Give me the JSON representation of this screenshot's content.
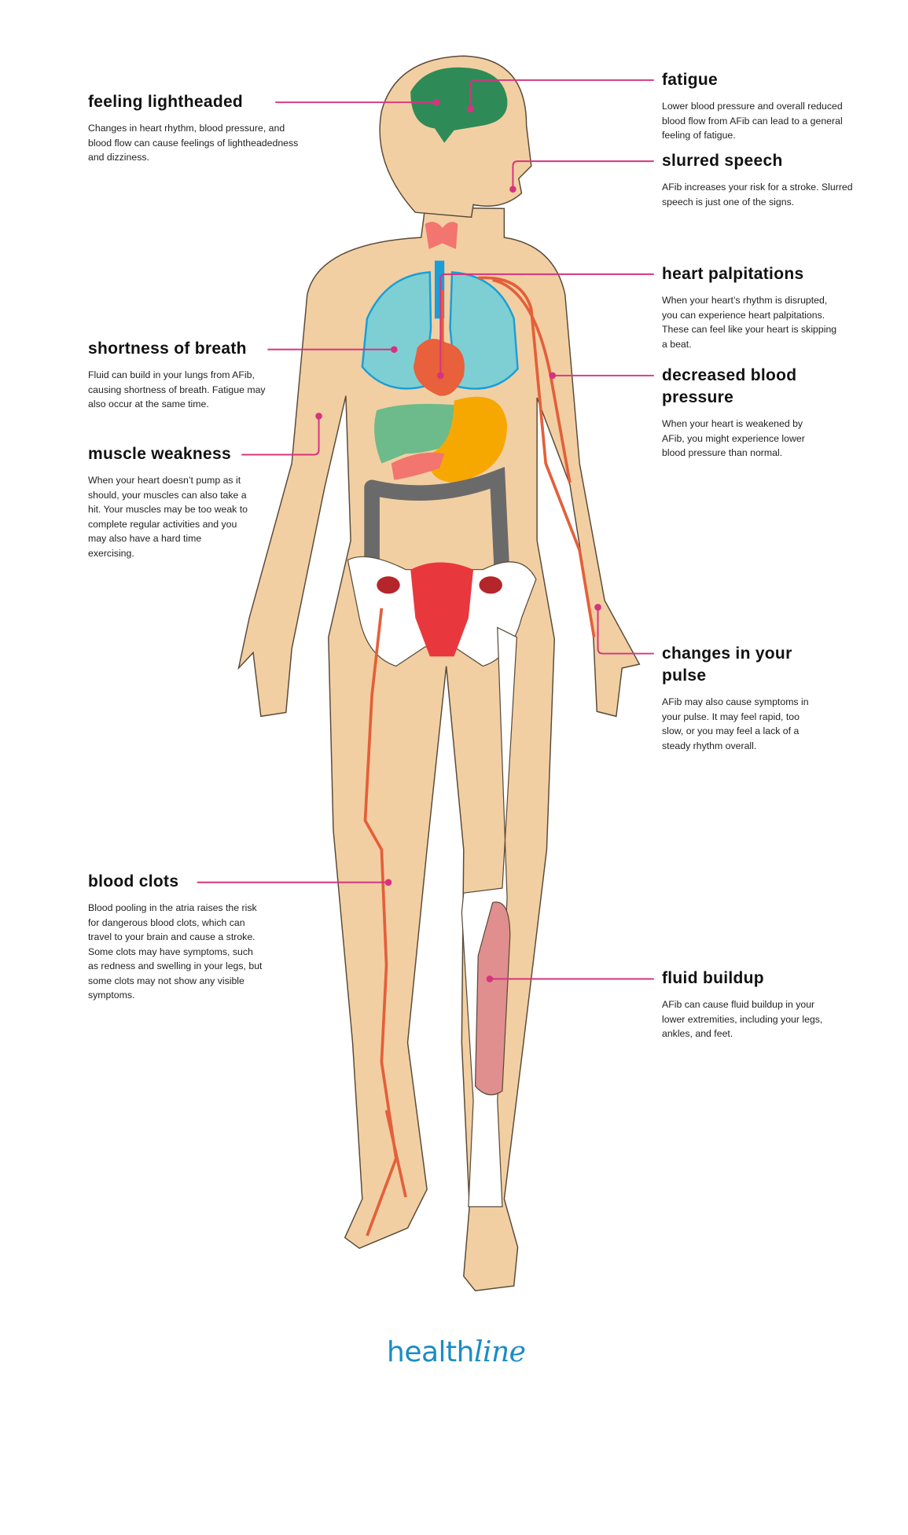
{
  "symptoms": {
    "feeling_lightheaded": {
      "title": "feeling lightheaded",
      "text": "Changes in heart rhythm, blood pressure, and blood flow can cause feelings of lightheadedness and dizziness."
    },
    "fatigue": {
      "title": "fatigue",
      "text": "Lower blood pressure and overall reduced blood flow from AFib can lead to a general feeling of fatigue."
    },
    "slurred_speech": {
      "title": "slurred speech",
      "text": "AFib increases your risk for a stroke. Slurred speech is just one of the signs."
    },
    "heart_palpitations": {
      "title": "heart palpitations",
      "text": "When your heart’s rhythm is disrupted, you can experience heart palpitations. These can feel like your heart is skipping a beat."
    },
    "shortness_of_breath": {
      "title": "shortness of breath",
      "text": "Fluid can build in your lungs from AFib, causing shortness of breath. Fatigue may also occur at the same time."
    },
    "decreased_blood_pressure": {
      "title": "decreased blood pressure",
      "text": "When your heart is weakened by AFib, you might experience lower blood pressure than normal."
    },
    "muscle_weakness": {
      "title": "muscle weakness",
      "text": "When your heart doesn’t pump as it should, your muscles can also take a hit. Your muscles may be too weak to complete regular activities and you may also have a hard time exercising."
    },
    "changes_in_pulse": {
      "title": "changes in your pulse",
      "text": "AFib may also cause symptoms in your pulse. It may feel rapid, too slow, or you may feel a lack of a steady rhythm overall."
    },
    "blood_clots": {
      "title": "blood clots",
      "text": "Blood pooling in the atria raises the risk for dangerous blood clots, which can travel to your brain and cause a stroke. Some clots may have symptoms, such as redness and swelling in your legs, but some clots may not show any visible symptoms."
    },
    "fluid_buildup": {
      "title": "fluid buildup",
      "text": "AFib can cause fluid buildup in your lower extremities, including your legs, ankles, and feet."
    }
  },
  "logo": {
    "part1": "health",
    "part2": "line"
  },
  "colors": {
    "leader": "#d6337f",
    "skin": "#f2cfa2",
    "brand": "#1b8cc5"
  }
}
